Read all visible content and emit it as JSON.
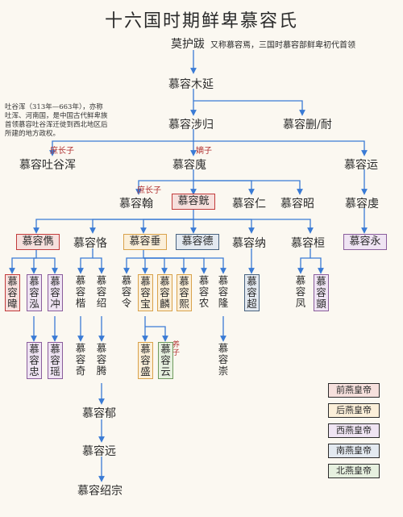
{
  "title": "十六国时期鲜卑慕容氏",
  "nodes": {
    "moyuba": "莫护跋",
    "moyuba_note": "又称慕容焉，三国时慕容部鲜卑初代首领",
    "muyan": "慕容木延",
    "shegui": "慕容涉归",
    "shan": "慕容删/耐",
    "tuyuhun": "慕容吐谷浑",
    "hui": "慕容廆",
    "yun": "慕容运",
    "han": "慕容翰",
    "huang": "慕容皝",
    "ren": "慕容仁",
    "zhao": "慕容昭",
    "chu": "慕容虔",
    "jun": "慕容儁",
    "ke": "慕容恪",
    "chui": "慕容垂",
    "de": "慕容德",
    "na": "慕容纳",
    "huan": "慕容桓",
    "yong": "慕容永",
    "wei": "慕容暐",
    "hong": "慕容泓",
    "chong": "慕容冲",
    "kai": "慕容楷",
    "shao": "慕容绍",
    "ling": "慕容令",
    "bao": "慕容宝",
    "lin": "慕容麟",
    "xi": "慕容熙",
    "nong": "慕容农",
    "long": "慕容隆",
    "chao": "慕容超",
    "feng": "慕容凤",
    "yi": "慕容顗",
    "zhong": "慕容忠",
    "yao": "慕容瑶",
    "qi": "慕容奇",
    "teng": "慕容腾",
    "sheng": "慕容盛",
    "yunn": "慕容云",
    "chong2": "慕容崇",
    "du": "慕容郁",
    "yuan": "慕容远",
    "shaozong": "慕容绍宗"
  },
  "labels": {
    "zhangzi1": "庶长子",
    "dizi": "嫡子",
    "zhangzi2": "庶长子",
    "yangzi": "养子"
  },
  "note": "吐谷浑（313年—663年），亦称吐浑、河南国，是中国古代鲜卑族首领慕容吐谷浑迁徙到西北地区后所建的地方政权。",
  "legend": [
    "前燕皇帝",
    "后燕皇帝",
    "西燕皇帝",
    "南燕皇帝",
    "北燕皇帝"
  ],
  "colors": {
    "line": "#3a7bd5",
    "qian": "#c23b3b",
    "hou": "#d9a24b",
    "xi": "#8a5d9c",
    "nan": "#48627f",
    "bei": "#6f9a5d"
  }
}
